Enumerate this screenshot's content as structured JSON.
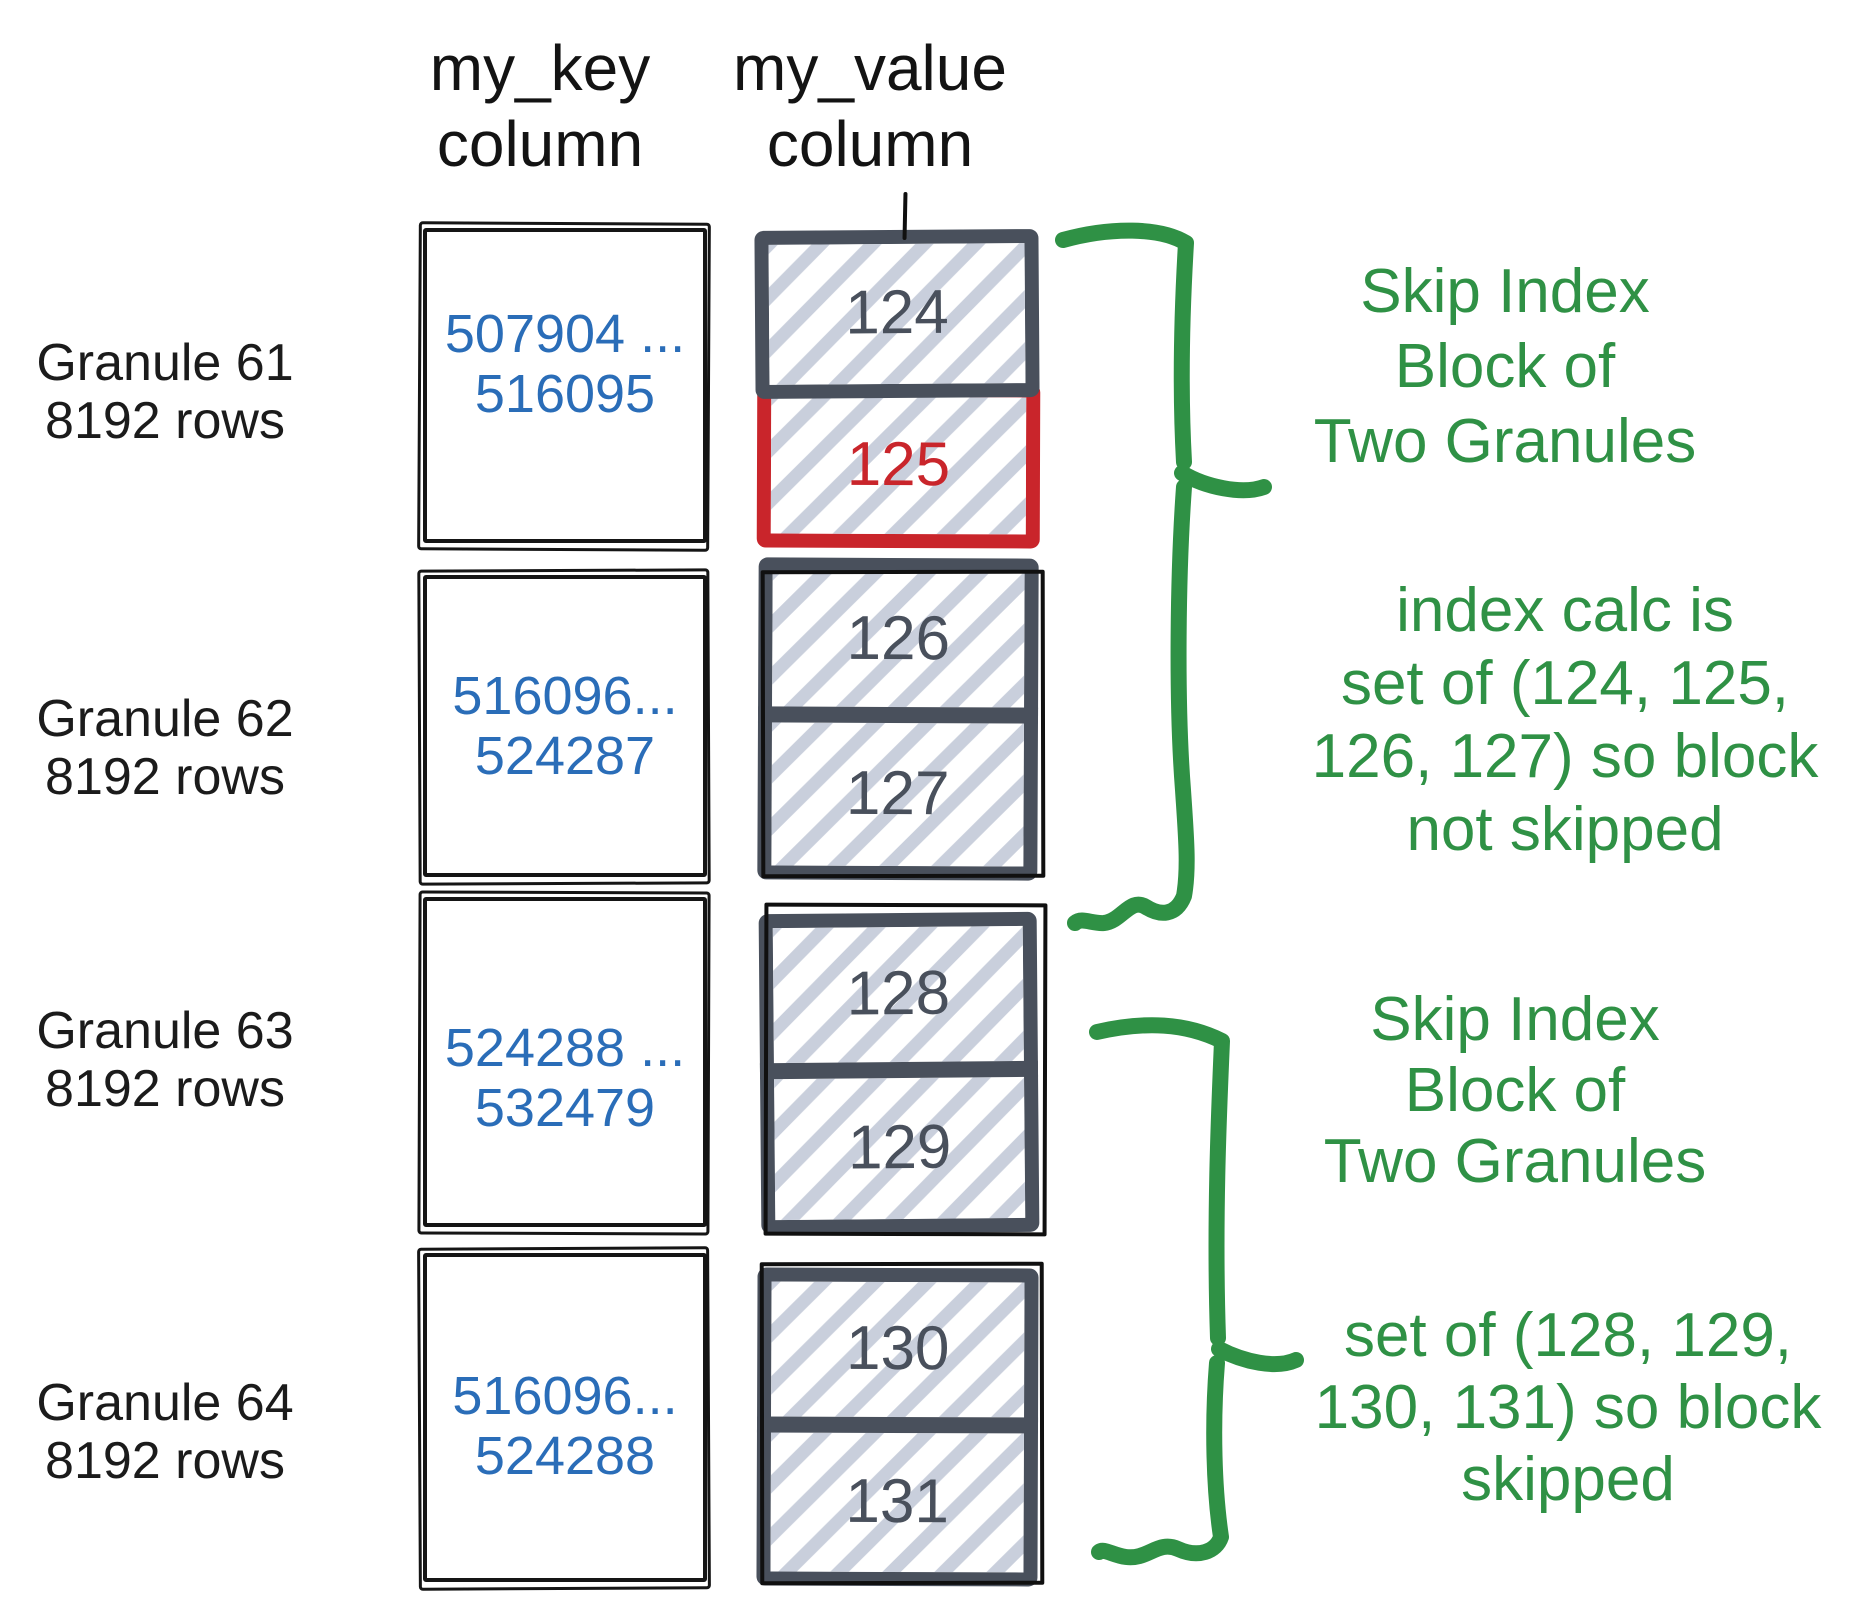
{
  "headers": {
    "key": {
      "line1": "my_key",
      "line2": "column"
    },
    "value": {
      "line1": "my_value",
      "line2": "column"
    }
  },
  "granules": [
    {
      "name": "Granule 61",
      "rows": "8192 rows",
      "key_min": "507904 ...",
      "key_max": "516095",
      "blocks": [
        {
          "value": "124",
          "highlighted": false
        },
        {
          "value": "125",
          "highlighted": true
        }
      ]
    },
    {
      "name": "Granule 62",
      "rows": "8192 rows",
      "key_min": "516096...",
      "key_max": "524287",
      "blocks": [
        {
          "value": "126",
          "highlighted": false
        },
        {
          "value": "127",
          "highlighted": false
        }
      ]
    },
    {
      "name": "Granule 63",
      "rows": "8192 rows",
      "key_min": "524288 ...",
      "key_max": "532479",
      "blocks": [
        {
          "value": "128",
          "highlighted": false
        },
        {
          "value": "129",
          "highlighted": false
        }
      ]
    },
    {
      "name": "Granule 64",
      "rows": "8192 rows",
      "key_min": "516096...",
      "key_max": "524288",
      "blocks": [
        {
          "value": "130",
          "highlighted": false
        },
        {
          "value": "131",
          "highlighted": false
        }
      ]
    }
  ],
  "notes": {
    "n1": {
      "l1": "Skip Index",
      "l2": "Block of",
      "l3": "Two Granules"
    },
    "n2": {
      "l1": "index calc is",
      "l2": "set of (124, 125,",
      "l3": "126, 127) so block",
      "l4": "not skipped"
    },
    "n3": {
      "l1": "Skip Index",
      "l2": "Block of",
      "l3": "Two Granules"
    },
    "n4": {
      "l1": "set of (128, 129,",
      "l2": "130, 131) so block",
      "l3": "skipped"
    }
  },
  "colors": {
    "annotation_green": "#2f9145",
    "key_blue": "#2a6db8",
    "highlight_red": "#c9252b",
    "block_slate": "#49505c",
    "hatch_gray": "#c9cfdc",
    "sketch_black": "#101010"
  }
}
